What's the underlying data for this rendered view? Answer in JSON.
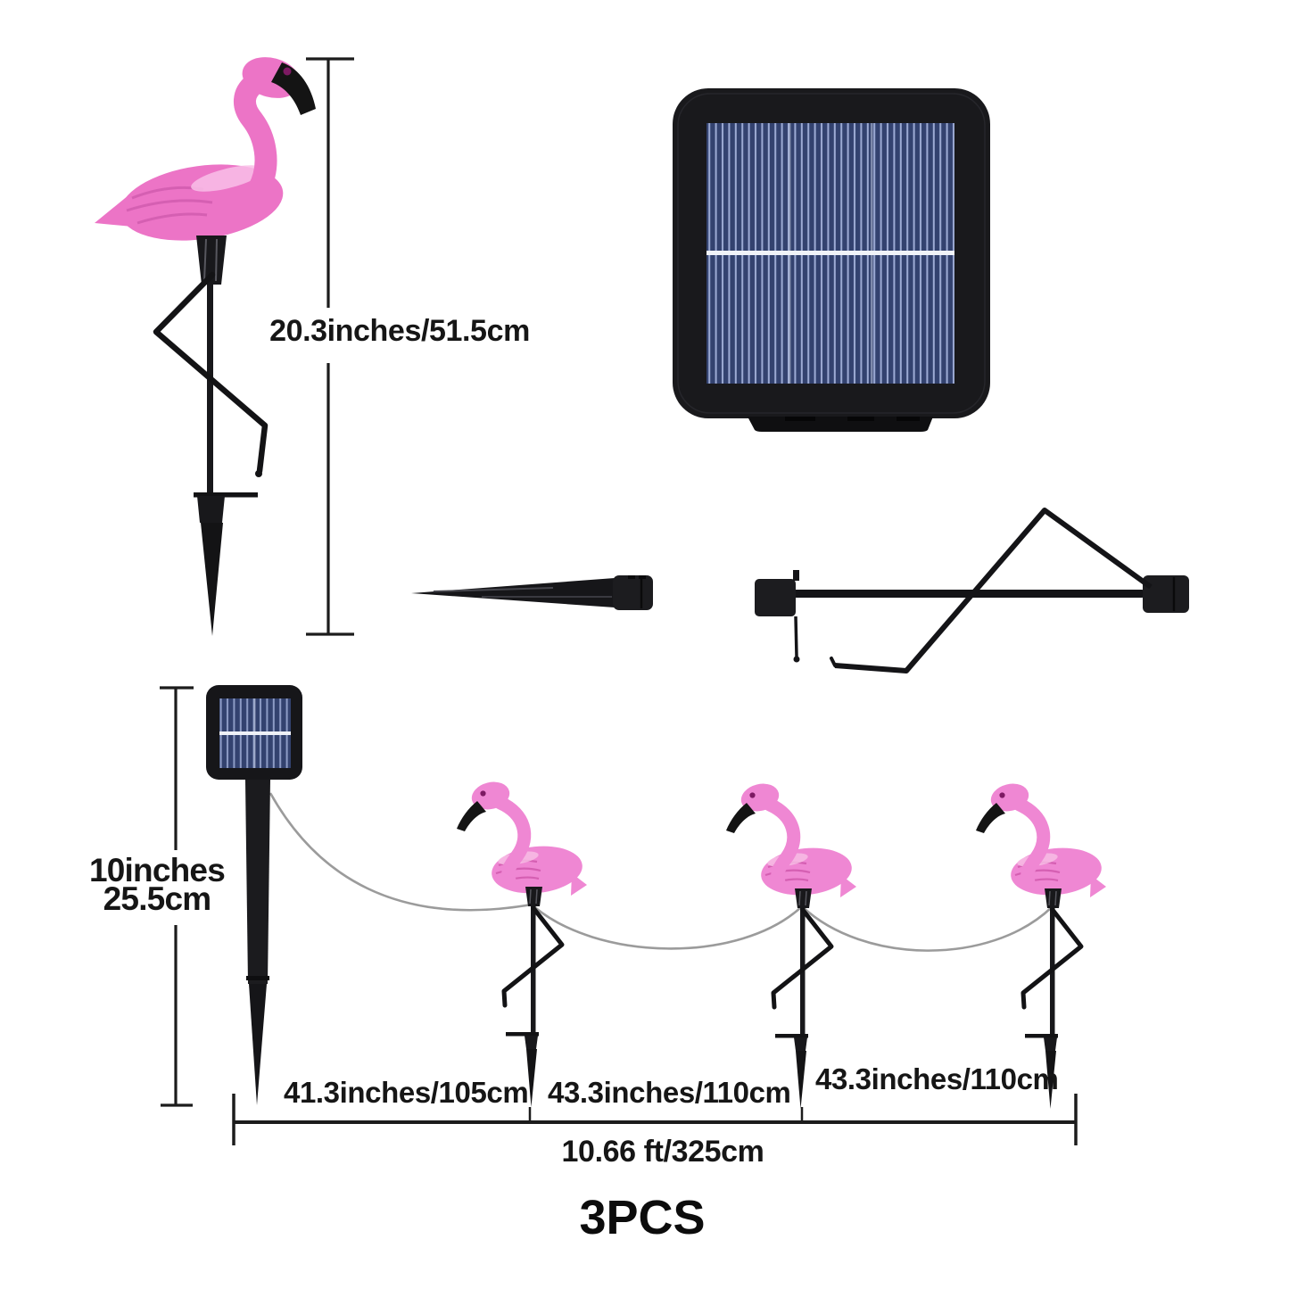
{
  "labels": {
    "flamingo_height": "20.3inches/51.5cm",
    "stake_height_line1": "10inches",
    "stake_height_line2": "25.5cm",
    "segment1": "41.3inches/105cm",
    "segment2": "43.3inches/110cm",
    "segment3": "43.3inches/110cm",
    "total_length": "10.66 ft/325cm",
    "quantity": "3PCS"
  },
  "colors": {
    "background": "#ffffff",
    "flamingo_pink_small": "#ef87d3",
    "flamingo_pink_large": "#ec74c6",
    "flamingo_highlight": "#f8c0e6",
    "wing_stroke": "#d55fb2",
    "beak_black": "#141414",
    "eye_purple": "#7d1a63",
    "hardware_black": "#18181b",
    "solar_cell_blue": "#33426f",
    "solar_stripe_light": "#9dabd4",
    "solar_divider_white": "#f0f3f8",
    "wire_gray": "#9b9b9b",
    "dimension_line": "#1c1c1c",
    "text": "#161616"
  },
  "components": {
    "flamingo_light_large": "flamingo-stake-light",
    "solar_panel_large": "solar-panel",
    "ground_spike": "ground-spike",
    "mounting_bracket": "mounting-bracket",
    "solar_panel_stake": "solar-panel-with-stake",
    "flamingo_lights_small": [
      "flamingo-stake-light",
      "flamingo-stake-light",
      "flamingo-stake-light"
    ],
    "connecting_wire": "connecting-wire"
  }
}
